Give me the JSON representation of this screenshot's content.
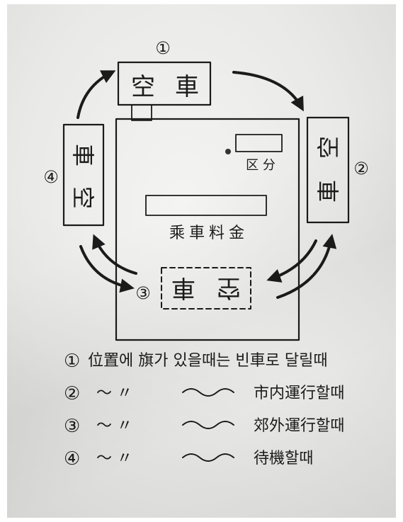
{
  "diagram": {
    "vacant_sign": "空車",
    "vacant_sign_chars": [
      "空",
      "車"
    ],
    "positions": {
      "p1": "①",
      "p2": "②",
      "p3": "③",
      "p4": "④"
    },
    "meter": {
      "category_label": "区 分",
      "fare_label": "乘車料金"
    }
  },
  "legend": [
    {
      "marker": "①",
      "text": "位置에 旗가 있을때는 빈車로 달릴때"
    },
    {
      "marker": "②",
      "ditto": "〜  〃",
      "text": "市内運行할때"
    },
    {
      "marker": "③",
      "ditto": "〜  〃",
      "text": "郊外運行할때"
    },
    {
      "marker": "④",
      "ditto": "〜  〃",
      "text": "待機할때"
    }
  ]
}
